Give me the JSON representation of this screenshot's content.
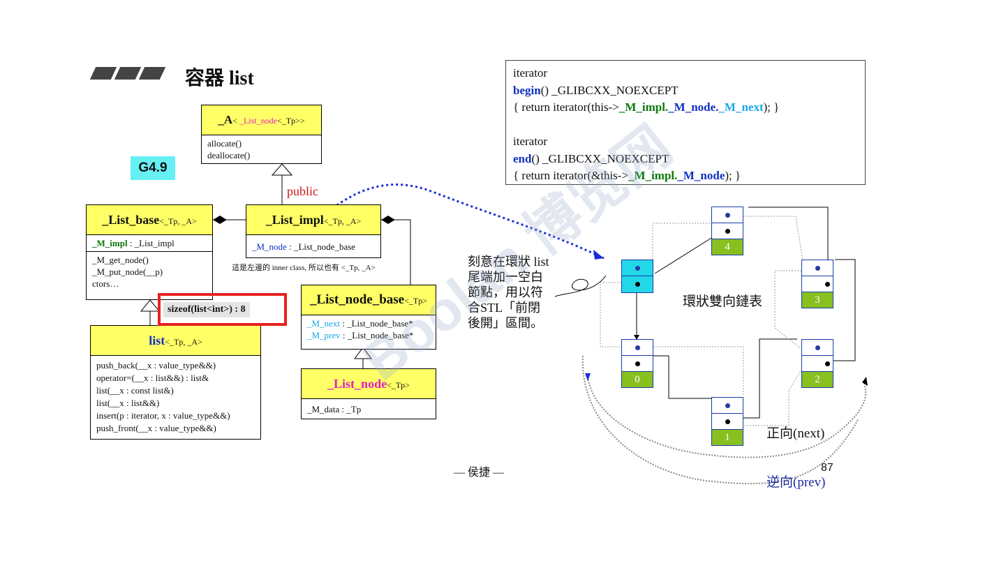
{
  "slide": {
    "title": "容器 list",
    "version_badge": "G4.9",
    "public_label": "public",
    "inner_class_note": "這是左邊的 inner class, 所以也有 <_Tp, _A>",
    "sizeof_label": "sizeof(list<int>) : 8",
    "author": "— 侯捷 —",
    "page_number": "87"
  },
  "uml": {
    "alloc": {
      "name": "_A",
      "lt": "< ",
      "arg": "_List_node",
      "arg2": "<_Tp>>",
      "ops": [
        "allocate()",
        "deallocate()"
      ]
    },
    "list_base": {
      "name": "_List_base",
      "tp": "<_Tp, _A>",
      "attr_name": "_M_impl",
      "attr_type": " : _List_impl",
      "ops": [
        "_M_get_node()",
        "_M_put_node(__p)",
        "ctors…"
      ]
    },
    "list_impl": {
      "name": "_List_impl",
      "tp": "<_Tp, _A>",
      "attr_name": "_M_node",
      "attr_type": " : _List_node_base"
    },
    "list_node_base": {
      "name": "_List_node_base",
      "tp": "<_Tp>",
      "attr1_name": "_M_next",
      "attr1_type": " : _List_node_base*",
      "attr2_name": "_M_prev",
      "attr2_type": " : _List_node_base*"
    },
    "list_node": {
      "name": "_List_node",
      "tp": "<_Tp>",
      "attr": "_M_data : _Tp"
    },
    "list": {
      "name": "list",
      "tp": "<_Tp, _A>",
      "ops": [
        "push_back(__x : value_type&&)",
        "operator=(__x : list&&) : list&",
        "list(__x : const list&)",
        "list(__x : list&&)",
        "insert(p : iterator, x : value_type&&)",
        "push_front(__x : value_type&&)"
      ]
    }
  },
  "code": {
    "l1": "iterator",
    "l2_kw": "begin",
    "l2_rest": "() _GLIBCXX_NOEXCEPT",
    "l3_a": "{ return iterator(this->",
    "l3_b": "_M_impl.",
    "l3_c": "_M_node.",
    "l3_d": "_M_next",
    "l3_e": "); }",
    "l4": "iterator",
    "l5_kw": "end",
    "l5_rest": "() _GLIBCXX_NOEXCEPT",
    "l6_a": "{ return iterator(&this->",
    "l6_b": "_M_impl.",
    "l6_c": "_M_node",
    "l6_d": "); }"
  },
  "ring": {
    "note_lines": [
      "刻意在環狀 list",
      "尾端加一空白",
      "節點，用以符",
      "合STL「前閉",
      "後開」區間。"
    ],
    "label": "環狀雙向鏈表",
    "forward": "正向(next)",
    "backward": "逆向(prev)",
    "nodes": [
      "4",
      "3",
      "2",
      "1",
      "0"
    ]
  },
  "watermark": "Boolan 博览网"
}
